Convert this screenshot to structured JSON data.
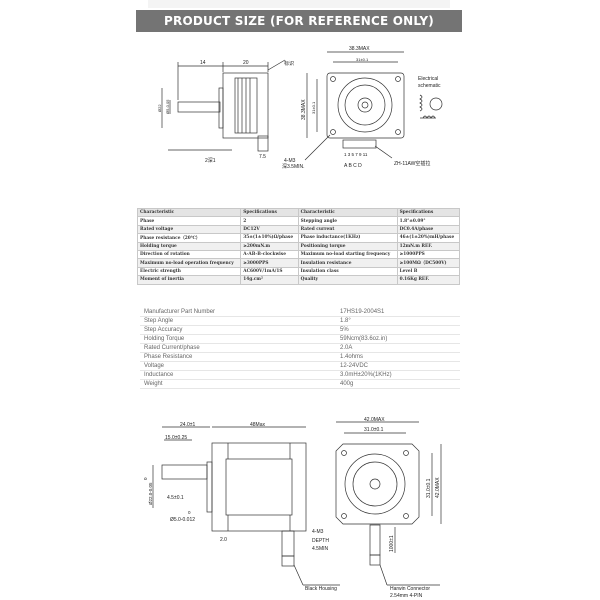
{
  "banner": {
    "title": "PRODUCT SIZE (FOR REFERENCE ONLY)"
  },
  "drawing_top": {
    "dim_14": "14",
    "dim_20": "20",
    "label_mark": "标识",
    "dim_phi22": "Ø22",
    "dim_phi5": "Ø5-0.05",
    "dim_2": "2深1",
    "dim_7_5": "7.5",
    "dim_38_3_h": "38.3MAX",
    "dim_31_h": "31±0.1",
    "dim_38_3_v": "38.3MAX",
    "dim_31_v": "31±0.1",
    "holes": "4-M3",
    "holes_depth": "深3.5MIN.",
    "pins": "1 3 5 7 9 11",
    "phases": "A  B C  D",
    "connector": "ZH-11AW空插拉",
    "electrical": "Electrical",
    "schematic": "schematic"
  },
  "spec_table": {
    "rows": [
      [
        "Characteristic",
        "Specifications",
        "Characteristic",
        "Specifications"
      ],
      [
        "Phase",
        "2",
        "Stepping angle",
        "1.8°±0.09°"
      ],
      [
        "Rated voltage",
        "DC12V",
        "Rated current",
        "DC0.4A/phase"
      ],
      [
        "Phase resistance（20℃）",
        "35±(1±10%)Ω/phase",
        "Phase inductance(1KHz)",
        "46±(1±20%)mH/phase"
      ],
      [
        "Holding torque",
        "≥200mN.m",
        "Positioning torque",
        "12mN.m REF."
      ],
      [
        "Direction of rotation",
        "A-AB-B-clockwise",
        "Maximum no-load starting frequency",
        "≥1000PPS"
      ],
      [
        "Maximum no-load operation frequency",
        "≥3000PPS",
        "Insulation resistance",
        "≥100MΩ（DC500V)"
      ],
      [
        "Electric strength",
        "AC600V/1mA/1S",
        "Insulation class",
        "Level B"
      ],
      [
        "Moment of inertia",
        "14g.cm²",
        "Quality",
        "0.16Kg REF."
      ]
    ]
  },
  "param_table": {
    "rows": [
      [
        "Manufacturer Part Number",
        "17HS19-2004S1"
      ],
      [
        "Step Angle",
        "1.8°"
      ],
      [
        "Step Accuracy",
        "5%"
      ],
      [
        "Holding Torque",
        "59Ncm(83.6oz.in)"
      ],
      [
        "Rated Current/phase",
        "2.0A"
      ],
      [
        "Phase Resistance",
        "1.4ohms"
      ],
      [
        "Voltage",
        "12-24VDC"
      ],
      [
        "Inductance",
        "3.0mH±20%(1KHz)"
      ],
      [
        "Weight",
        "400g"
      ]
    ]
  },
  "drawing_bottom": {
    "dim_24": "24.0±1",
    "dim_48": "48Max",
    "dim_15": "15.0±0.25",
    "dim_22": "Ø22.0-0.05",
    "dim_22_top": "0",
    "dim_4_5": "4.5±0.1",
    "dim_5_top": "0",
    "dim_5": "Ø5.0-0.012",
    "dim_2": "2.0",
    "black_housing": "Black Housing",
    "dim_42_h": "42.0MAX",
    "dim_31_h": "31.0±0.1",
    "dim_31_v": "31.0±0.1",
    "dim_42_v": "42.0MAX",
    "holes": "4-M3",
    "depth": "DEPTH",
    "depth_val": "4.5MIN",
    "lead": "1000±1",
    "connector": "Harwin Connector",
    "connector_pitch": "2.54mm 4-PIN"
  }
}
